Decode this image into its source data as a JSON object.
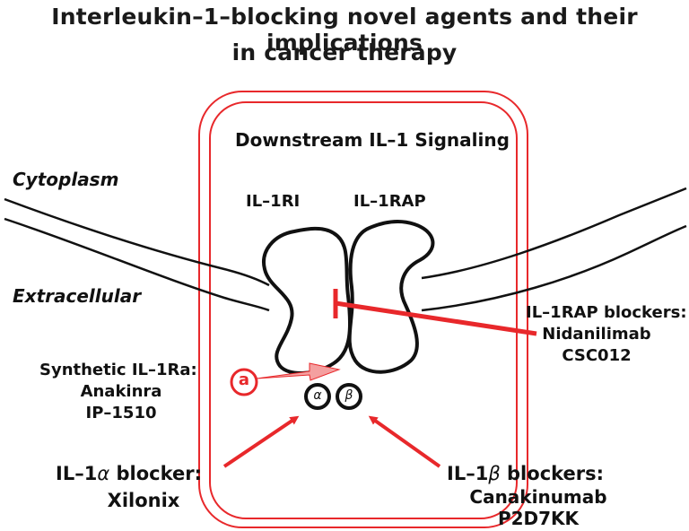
{
  "title": {
    "line1": "Interleukin–1–blocking novel agents and their implications",
    "line2": "in cancer therapy"
  },
  "box_label": "Downstream IL–1 Signaling",
  "regions": {
    "cytoplasm": "Cytoplasm",
    "extracellular": "Extracellular"
  },
  "receptors": {
    "left": "IL–1RI",
    "right": "IL–1RAP"
  },
  "ligands": {
    "alpha": "α",
    "beta": "β"
  },
  "marker": "a",
  "blockers": {
    "il1rap": {
      "heading": "IL–1RAP blockers:",
      "agents": [
        "Nidanilimab",
        "CSC012"
      ]
    },
    "il1ra": {
      "heading": "Synthetic IL–1Ra:",
      "agents": [
        "Anakinra",
        "IP–1510"
      ]
    },
    "il1a": {
      "heading_prefix": "IL–1",
      "heading_symbol": "α",
      "heading_suffix": " blocker:",
      "agents": [
        "Xilonix"
      ]
    },
    "il1b": {
      "heading_prefix": "IL–1",
      "heading_symbol": "β",
      "heading_suffix": " blockers:",
      "agents": [
        "Canakinumab",
        "P2D7KK"
      ]
    }
  },
  "colors": {
    "accent": "#e8282b",
    "accent_light": "#f4a0a0",
    "ink": "#111111"
  }
}
